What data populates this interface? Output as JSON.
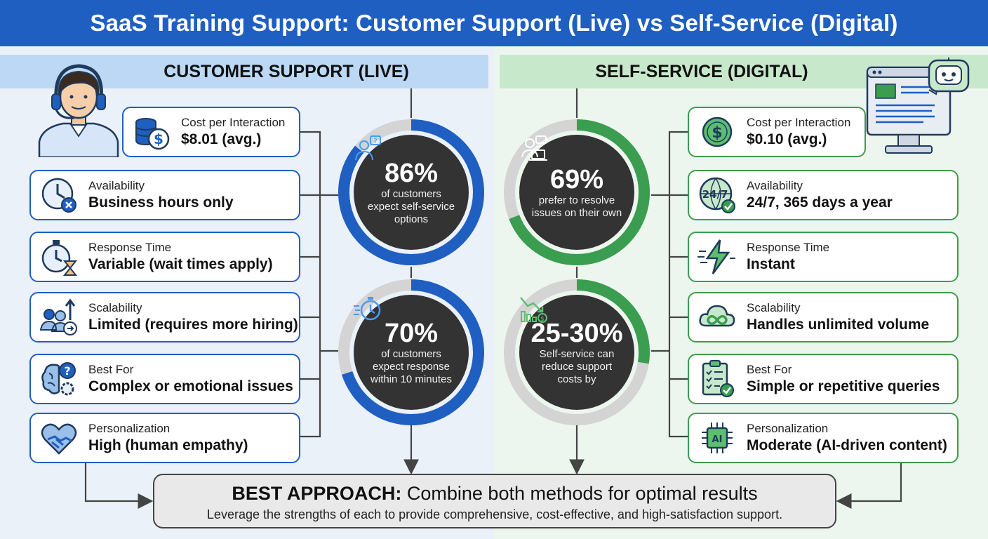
{
  "title": "SaaS Training Support: Customer Support (Live) vs Self-Service (Digital)",
  "colors": {
    "blue": "#1f5fc2",
    "green": "#3a9d4f",
    "dark": "#333333",
    "ring_track": "#d4d4d4"
  },
  "left": {
    "heading": "CUSTOMER SUPPORT (LIVE)",
    "items": [
      {
        "label": "Cost per Interaction",
        "value": "$8.01 (avg.)",
        "icon": "coins-dollar-icon"
      },
      {
        "label": "Availability",
        "value": "Business hours only",
        "icon": "clock-x-icon"
      },
      {
        "label": "Response Time",
        "value": "Variable (wait times apply)",
        "icon": "stopwatch-hourglass-icon"
      },
      {
        "label": "Scalability",
        "value": "Limited (requires more hiring)",
        "icon": "team-growth-icon"
      },
      {
        "label": "Best For",
        "value": "Complex or emotional issues",
        "icon": "brain-question-icon"
      },
      {
        "label": "Personalization",
        "value": "High (human empathy)",
        "icon": "heart-handshake-icon"
      }
    ]
  },
  "right": {
    "heading": "SELF-SERVICE (DIGITAL)",
    "items": [
      {
        "label": "Cost per Interaction",
        "value": "$0.10 (avg.)",
        "icon": "dollar-coin-icon"
      },
      {
        "label": "Availability",
        "value": "24/7, 365 days a year",
        "icon": "globe-24-7-icon"
      },
      {
        "label": "Response Time",
        "value": "Instant",
        "icon": "lightning-icon"
      },
      {
        "label": "Scalability",
        "value": "Handles unlimited volume",
        "icon": "cloud-infinity-icon"
      },
      {
        "label": "Best For",
        "value": "Simple or repetitive queries",
        "icon": "checklist-icon"
      },
      {
        "label": "Personalization",
        "value": "Moderate (AI-driven content)",
        "icon": "ai-chip-icon"
      }
    ]
  },
  "stats": [
    {
      "value": "86%",
      "caption": "of customers expect self-service options",
      "fraction": 0.86,
      "color": "#1f5fc2",
      "icon": "person-chat-icon"
    },
    {
      "value": "69%",
      "caption": "prefer to resolve issues on their own",
      "fraction": 0.69,
      "color": "#3a9d4f",
      "icon": "person-laptop-icon"
    },
    {
      "value": "70%",
      "caption": "of customers expect response within 10 minutes",
      "fraction": 0.7,
      "color": "#1f5fc2",
      "icon": "fast-stopwatch-icon"
    },
    {
      "value": "25-30%",
      "caption": "Self-service can reduce support costs by",
      "fraction": 0.275,
      "color": "#3a9d4f",
      "icon": "chart-down-dollar-icon"
    }
  ],
  "best": {
    "title_bold": "BEST APPROACH:",
    "title_rest": " Combine both methods for optimal results",
    "subtitle": "Leverage the strengths of each to provide comprehensive, cost-effective, and high-satisfaction support."
  }
}
